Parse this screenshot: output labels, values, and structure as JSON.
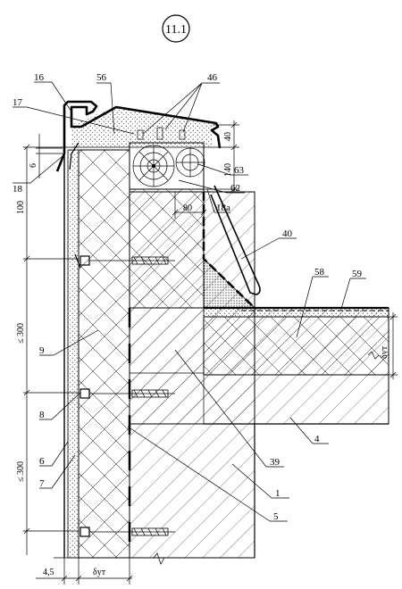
{
  "sheet_number": "11.1",
  "callouts": [
    "16",
    "56",
    "46",
    "17",
    "18",
    "18a",
    "40",
    "63",
    "62",
    "80",
    "58",
    "59",
    "9",
    "8",
    "6",
    "7",
    "39",
    "1",
    "5",
    "4"
  ],
  "dimensions": {
    "d_6": "6",
    "d_40": "40",
    "d_140": "140",
    "d_100": "100",
    "d_le300_a": "≤ 300",
    "d_le300_b": "≤ 300",
    "d_4_5": "4,5",
    "d_delta_left": "δут",
    "d_delta_right": "δут"
  }
}
